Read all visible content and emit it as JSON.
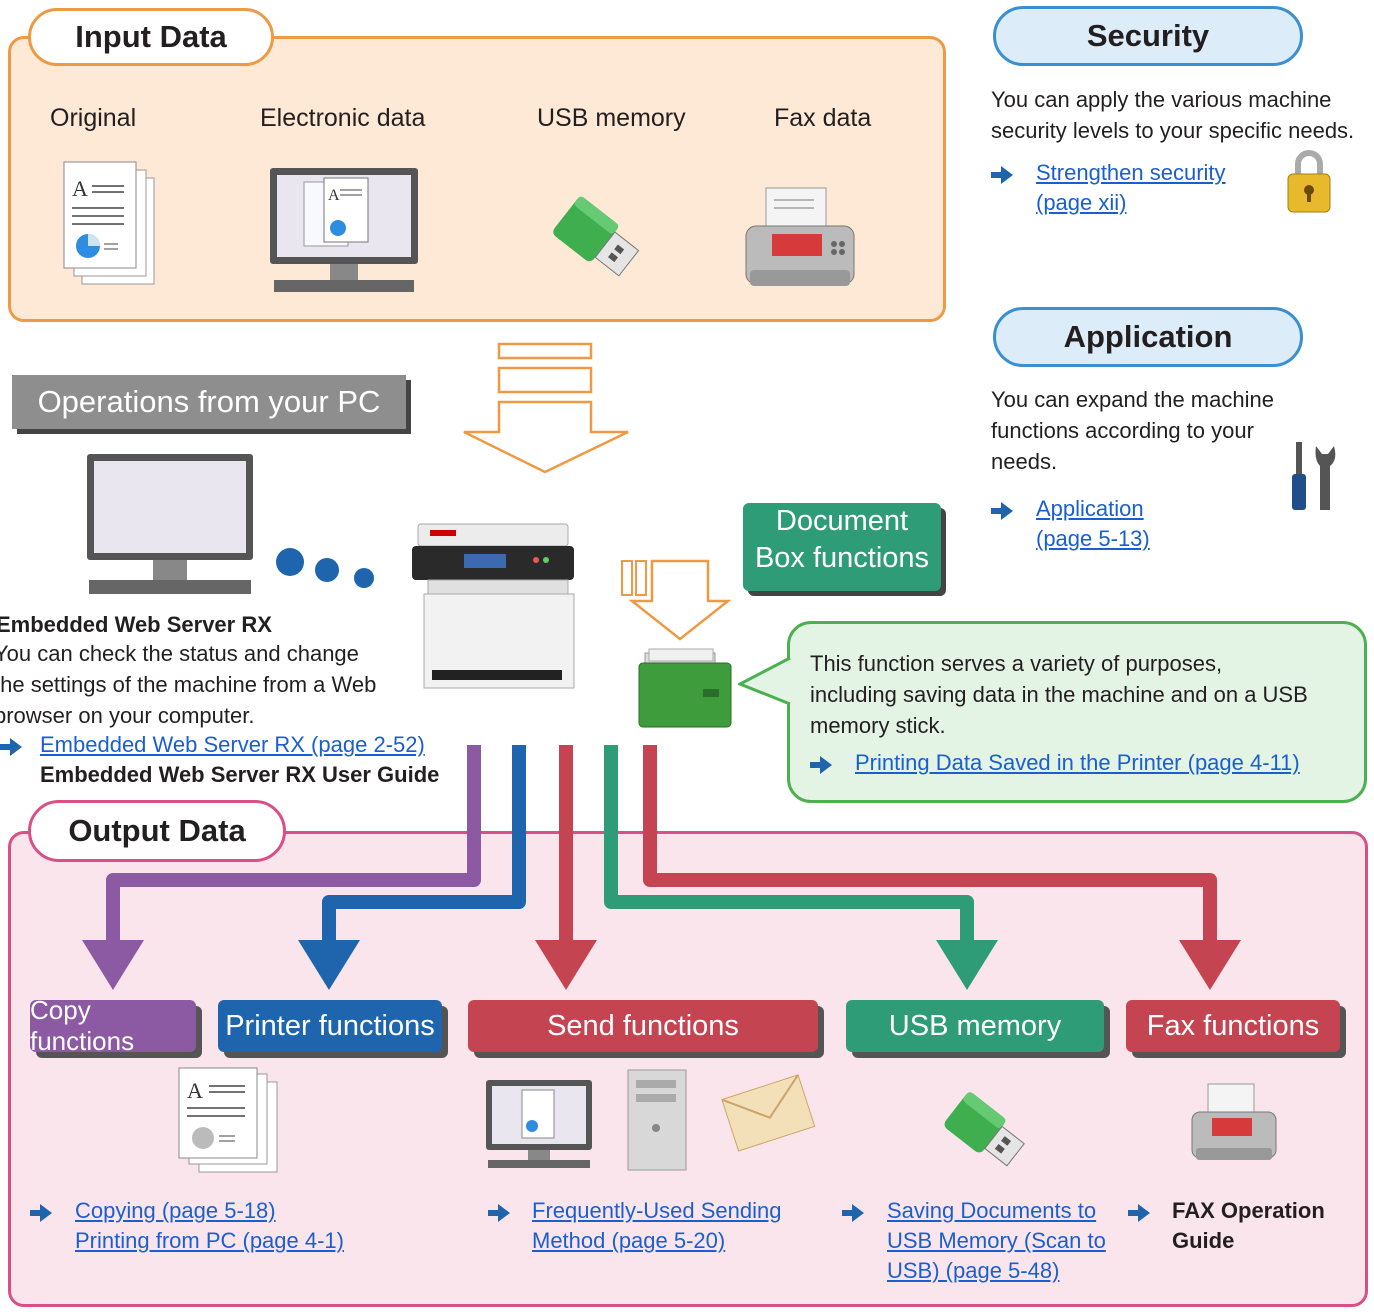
{
  "input": {
    "title": "Input Data",
    "items": [
      "Original",
      "Electronic data",
      "USB memory",
      "Fax data"
    ]
  },
  "security": {
    "title": "Security",
    "desc": "You can apply the various machine security levels to your specific needs.",
    "link_line1": "Strengthen security",
    "link_line2": "(page xii)"
  },
  "application": {
    "title": "Application",
    "desc_lines": [
      "You can expand the machine",
      "functions according to your",
      "needs."
    ],
    "link_line1": "Application",
    "link_line2": "(page 5-13)"
  },
  "pc": {
    "label": "Operations from your PC",
    "ews_title": "Embedded Web Server RX",
    "ews_desc_lines": [
      "You can check the status and change",
      "the settings of the machine from a Web",
      "browser on your computer."
    ],
    "ews_link": "Embedded Web Server RX (page 2-52)",
    "ews_guide": "Embedded Web Server RX User Guide"
  },
  "docbox": {
    "label_line1": "Document",
    "label_line2": "Box functions",
    "bubble_lines": [
      "This function serves a variety of purposes,",
      "including saving data in the machine and on a USB",
      "memory stick."
    ],
    "bubble_link": "Printing Data Saved in the Printer (page 4-11)"
  },
  "output": {
    "title": "Output Data",
    "functions": {
      "copy": "Copy functions",
      "printer": "Printer functions",
      "send": "Send functions",
      "usb": "USB memory",
      "fax": "Fax functions"
    },
    "links": {
      "copying": "Copying (page 5-18)",
      "printing_pc": "Printing from PC (page 4-1)",
      "send_line1": "Frequently-Used Sending",
      "send_line2": "Method (page 5-20)",
      "usb_line1": "Saving Documents to",
      "usb_line2": "USB Memory (Scan to",
      "usb_line3": "USB) (page 5-48)",
      "fax_line1": "FAX Operation",
      "fax_line2": "Guide"
    }
  },
  "colors": {
    "input_border": "#ee9a45",
    "output_border": "#d94f86",
    "copy": "#8b5aa3",
    "printer": "#1f65ae",
    "send": "#c54451",
    "usb": "#2f9c78",
    "fax": "#c54451",
    "link": "#1a5fd0"
  }
}
